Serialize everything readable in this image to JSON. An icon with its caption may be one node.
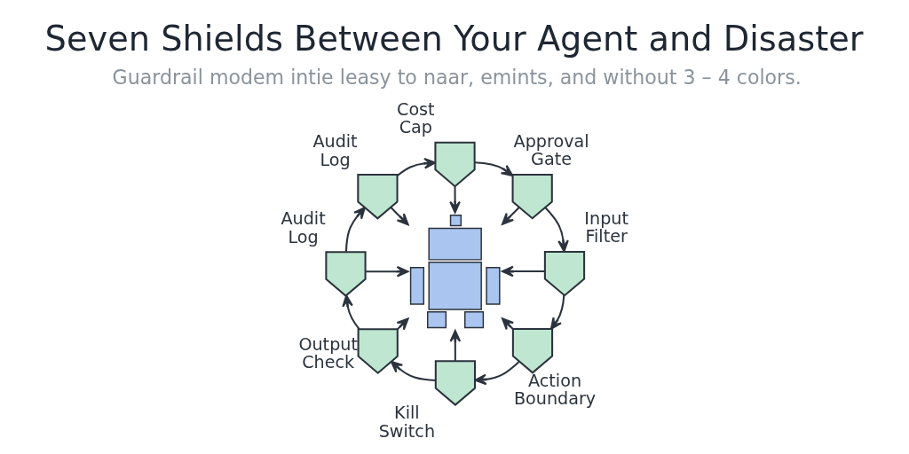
{
  "diagram": {
    "title": "Seven Shields Between Your Agent and Disaster",
    "caption": "Guardrail modem intie leasy to naar, emints, and without 3 – 4 colors.",
    "nodes": [
      {
        "text": [],
        "shape": "shield",
        "beside": [
          "Cost Cap"
        ]
      },
      {
        "text": [],
        "shape": "shield",
        "beside": [
          "Audit Log"
        ]
      },
      {
        "text": [],
        "shape": "shield",
        "beside": [
          "Approval Gate"
        ]
      },
      {
        "text": [],
        "shape": "shield",
        "beside": [
          "Audit Log"
        ]
      },
      {
        "text": [],
        "shape": "picture"
      },
      {
        "text": [],
        "shape": "shield",
        "beside": [
          "Input Filter"
        ]
      },
      {
        "text": [],
        "shape": "shield",
        "beside": [
          "Output Check"
        ]
      },
      {
        "text": [],
        "shape": "shield",
        "beside": [
          "Action Boundary"
        ]
      },
      {
        "text": [],
        "shape": "shield",
        "beside": [
          "Kill Switch"
        ]
      }
    ],
    "edges": [
      {
        "from": 0,
        "to": 2,
        "arrow": "to"
      },
      {
        "from": 2,
        "to": 5,
        "arrow": "to"
      },
      {
        "from": 5,
        "to": 7,
        "arrow": "to"
      },
      {
        "from": 7,
        "to": 8,
        "arrow": "to"
      },
      {
        "from": 8,
        "to": 6,
        "arrow": "to"
      },
      {
        "from": 6,
        "to": 3,
        "arrow": "to"
      },
      {
        "from": 3,
        "to": 1,
        "arrow": "to"
      },
      {
        "from": 1,
        "to": 0,
        "arrow": "to"
      },
      {
        "from": 0,
        "to": 4,
        "arrow": "to"
      },
      {
        "from": 2,
        "to": 4,
        "arrow": "to"
      },
      {
        "from": 5,
        "to": 4,
        "arrow": "to"
      },
      {
        "from": 7,
        "to": 4,
        "arrow": "to"
      },
      {
        "from": 8,
        "to": 4,
        "arrow": "to"
      },
      {
        "from": 6,
        "to": 4,
        "arrow": "to"
      },
      {
        "from": 3,
        "to": 4,
        "arrow": "to"
      },
      {
        "from": 1,
        "to": 4,
        "arrow": "to"
      }
    ]
  }
}
